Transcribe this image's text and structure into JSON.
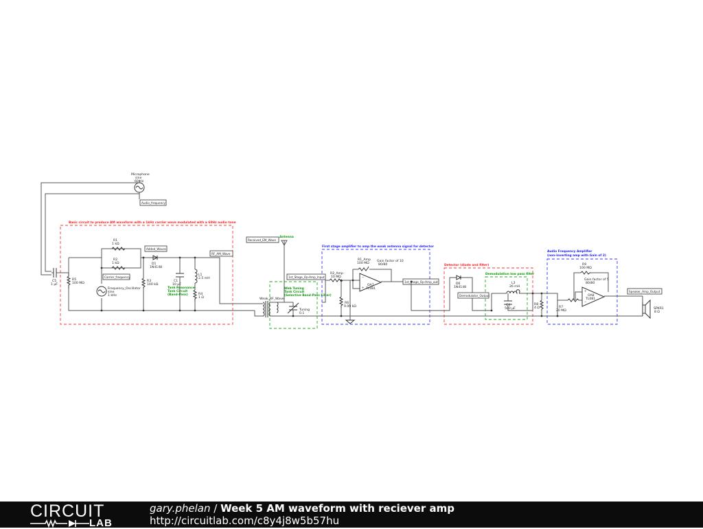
{
  "schematic": {
    "boxes": {
      "am_circuit": "Basic circuit to produce AM waveform with a 1kHz carrier wave modulated with a 60Hz audio tone",
      "first_stage": "First stage amplifier to amp the weak antenna signal for detector",
      "detector": "Detector (diode and filter)",
      "demod_filter": "Demodulation low pass filter",
      "audio_amp_1": "Audio Frequency Amplifier",
      "audio_amp_2": "(non-inverting amp with Gain of 2)",
      "tank_1": "Tank Resonance",
      "tank_2": "Tank Circuit",
      "tank_3": "(Band-Pass)",
      "tuning_1": "Web Tuning",
      "tuning_2": "Tank Circuit",
      "tuning_3": "(Selective Band-Pass Filter)",
      "antenna": "Antenna"
    },
    "sources": {
      "mic_name": "Microphone",
      "mic_wave": "sine",
      "mic_freq": "60 Hz",
      "osc_name": "Frequency_Oscillator",
      "osc_wave": "sine",
      "osc_freq": "1 kHz"
    },
    "components": {
      "c5_name": "C5",
      "c5_val": "1 µF",
      "r5_name": "R5",
      "r5_val": "100 MΩ",
      "r1_name": "R1",
      "r1_val": "1 kΩ",
      "r2_name": "R2",
      "r2_val": "1 kΩ",
      "d1_name": "D1",
      "d1_val": "1N4148",
      "r3_name": "R3",
      "r3_val": "100 kΩ",
      "c1_name": "C1",
      "c1_val": "10 µF",
      "l1_name": "L1",
      "l1_val": "2.5 mH",
      "r4_name": "R4",
      "r4_val": "1 Ω",
      "tuning_name": "Tuning",
      "tuning_val": "0.1",
      "r2amp_name": "R2_Amp",
      "r2amp_val": "10 MΩ",
      "r1amp_name": "R1_Amp",
      "r1amp_val": "100 MΩ",
      "gain1": "Gain factor of 10",
      "gain1_b": "80/80",
      "oa7_name": "OA7",
      "oa7_val": "TL081",
      "r6_name": "R6",
      "r6_val": "9.09 kΩ",
      "d6_name": "D6",
      "d6_val": "1N4148",
      "l3_name": "L3",
      "l3_val": "26 mH",
      "c4_name": "C4",
      "c4_val": "500 µF",
      "r8_name": "R8",
      "r8_val": "4 Ω",
      "r9_name": "R9",
      "r9_val": "100 MΩ",
      "gain2": "Gain factor of 5",
      "gain2_b": "80/80",
      "r7_name": "R7",
      "r7_val": "20 MΩ",
      "oa8_name": "OA8",
      "oa8_val": "TL081",
      "spkr_name": "SPKR1",
      "spkr_val": "8 Ω"
    },
    "net_labels": {
      "audio_frequency": "Audio_frequency",
      "added_waves": "Added_Waves",
      "carrier_frequency": "Carrier_frequency",
      "rf_am_wave": "RF_AM_Wave",
      "received_em_wave": "Received_EM_Wave",
      "weak_rf_wave": "Weak_RF_Wave",
      "first_stage_input": "1st_Stage_Op-Amp_Input",
      "first_stage_out": "1st_Stage_Op-Amp_out",
      "demodulator_output": "Demodulator_Output",
      "speaker_amp_output": "Speaker_Amp_Output"
    }
  },
  "footer": {
    "logo_top": "CIRCUIT",
    "logo_bottom": "LAB",
    "author": "gary.phelan",
    "separator": " / ",
    "title": "Week 5 AM waveform with reciever amp",
    "url": "http://circuitlab.com/c8y4j8w5b57hu"
  },
  "colors": {
    "red_box": "#ff3030",
    "blue_box": "#3030ff",
    "green_box": "#22aa22",
    "footer_bg": "#0c0c0c"
  }
}
